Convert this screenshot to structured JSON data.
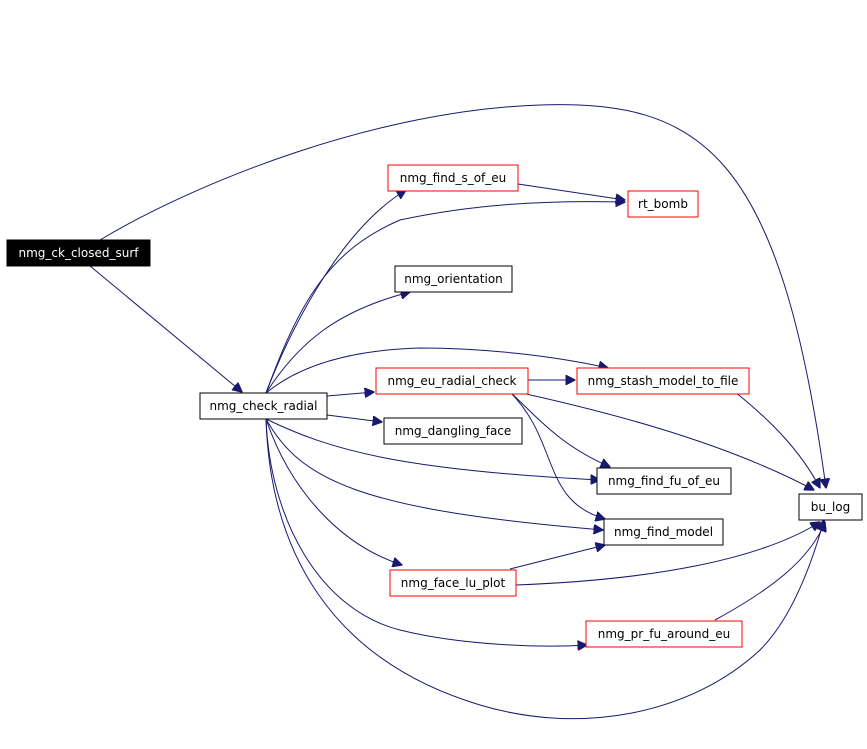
{
  "colors": {
    "edge": "#191970",
    "border_truncated": "#ff0000",
    "border_normal": "#000000",
    "root_fill": "#000000",
    "root_text": "#ffffff"
  },
  "nodes": {
    "nmg_ck_closed_surf": {
      "label": "nmg_ck_closed_surf",
      "kind": "root"
    },
    "nmg_check_radial": {
      "label": "nmg_check_radial",
      "kind": "normal"
    },
    "nmg_find_s_of_eu": {
      "label": "nmg_find_s_of_eu",
      "kind": "truncated"
    },
    "rt_bomb": {
      "label": "rt_bomb",
      "kind": "truncated"
    },
    "nmg_orientation": {
      "label": "nmg_orientation",
      "kind": "normal"
    },
    "nmg_eu_radial_check": {
      "label": "nmg_eu_radial_check",
      "kind": "truncated"
    },
    "nmg_stash_model_to_file": {
      "label": "nmg_stash_model_to_file",
      "kind": "truncated"
    },
    "nmg_dangling_face": {
      "label": "nmg_dangling_face",
      "kind": "normal"
    },
    "nmg_find_fu_of_eu": {
      "label": "nmg_find_fu_of_eu",
      "kind": "normal"
    },
    "bu_log": {
      "label": "bu_log",
      "kind": "normal"
    },
    "nmg_find_model": {
      "label": "nmg_find_model",
      "kind": "normal"
    },
    "nmg_face_lu_plot": {
      "label": "nmg_face_lu_plot",
      "kind": "truncated"
    },
    "nmg_pr_fu_around_eu": {
      "label": "nmg_pr_fu_around_eu",
      "kind": "truncated"
    }
  },
  "edges": [
    {
      "from": "nmg_ck_closed_surf",
      "to": "bu_log"
    },
    {
      "from": "nmg_ck_closed_surf",
      "to": "nmg_check_radial"
    },
    {
      "from": "nmg_check_radial",
      "to": "nmg_find_s_of_eu"
    },
    {
      "from": "nmg_check_radial",
      "to": "rt_bomb"
    },
    {
      "from": "nmg_check_radial",
      "to": "nmg_orientation"
    },
    {
      "from": "nmg_check_radial",
      "to": "nmg_stash_model_to_file"
    },
    {
      "from": "nmg_check_radial",
      "to": "nmg_eu_radial_check"
    },
    {
      "from": "nmg_check_radial",
      "to": "nmg_dangling_face"
    },
    {
      "from": "nmg_check_radial",
      "to": "nmg_find_fu_of_eu"
    },
    {
      "from": "nmg_check_radial",
      "to": "nmg_find_model"
    },
    {
      "from": "nmg_check_radial",
      "to": "nmg_face_lu_plot"
    },
    {
      "from": "nmg_check_radial",
      "to": "nmg_pr_fu_around_eu"
    },
    {
      "from": "nmg_check_radial",
      "to": "bu_log"
    },
    {
      "from": "nmg_find_s_of_eu",
      "to": "rt_bomb"
    },
    {
      "from": "nmg_eu_radial_check",
      "to": "nmg_stash_model_to_file"
    },
    {
      "from": "nmg_eu_radial_check",
      "to": "bu_log"
    },
    {
      "from": "nmg_eu_radial_check",
      "to": "nmg_find_fu_of_eu"
    },
    {
      "from": "nmg_eu_radial_check",
      "to": "nmg_find_model"
    },
    {
      "from": "nmg_stash_model_to_file",
      "to": "bu_log"
    },
    {
      "from": "nmg_face_lu_plot",
      "to": "nmg_find_model"
    },
    {
      "from": "nmg_face_lu_plot",
      "to": "bu_log"
    },
    {
      "from": "nmg_pr_fu_around_eu",
      "to": "bu_log"
    }
  ]
}
